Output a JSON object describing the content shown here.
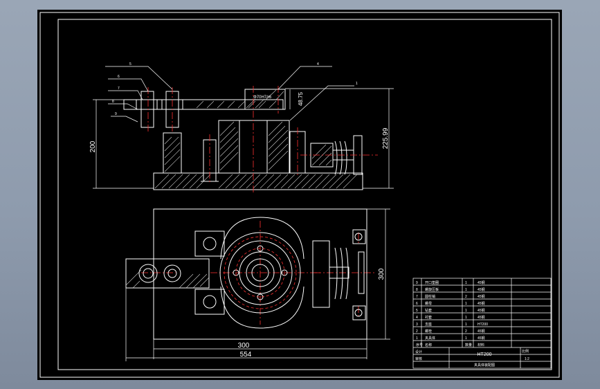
{
  "drawing": {
    "material": "HT200",
    "scale": "1:2",
    "part_name_cn": "夹具体装配图",
    "dimensions": {
      "height_200": "200",
      "height_225": "225.99",
      "depth_48": "48.75",
      "width_300_plan": "300",
      "overall_554": "554",
      "height_300_plan": "300"
    },
    "callouts": [
      "5",
      "6",
      "7",
      "8",
      "9",
      "4",
      "1"
    ],
    "fit_note": "Φ70H7/r6"
  },
  "title_block": {
    "rows": [
      {
        "no": "9",
        "name": "开口垫圈",
        "qty": "1",
        "mat": "45钢"
      },
      {
        "no": "8",
        "name": "螺旋压板",
        "qty": "1",
        "mat": "45钢"
      },
      {
        "no": "7",
        "name": "圆柱销",
        "qty": "2",
        "mat": "45钢"
      },
      {
        "no": "6",
        "name": "螺母",
        "qty": "1",
        "mat": "45钢"
      },
      {
        "no": "5",
        "name": "钻套",
        "qty": "1",
        "mat": "45钢"
      },
      {
        "no": "4",
        "name": "衬套",
        "qty": "1",
        "mat": "45钢"
      },
      {
        "no": "3",
        "name": "支座",
        "qty": "1",
        "mat": "HT200"
      },
      {
        "no": "2",
        "name": "螺栓",
        "qty": "2",
        "mat": "45钢"
      },
      {
        "no": "1",
        "name": "夹具体",
        "qty": "1",
        "mat": "45钢"
      }
    ],
    "header": {
      "no": "序号",
      "name": "名称",
      "qty": "数量",
      "mat": "材料"
    },
    "designer_label": "设计",
    "checker_label": "审核",
    "material_label": "HT200",
    "scale_label": "比例",
    "scale_value": "1:2",
    "drawing_title": "夹具体装配图"
  }
}
